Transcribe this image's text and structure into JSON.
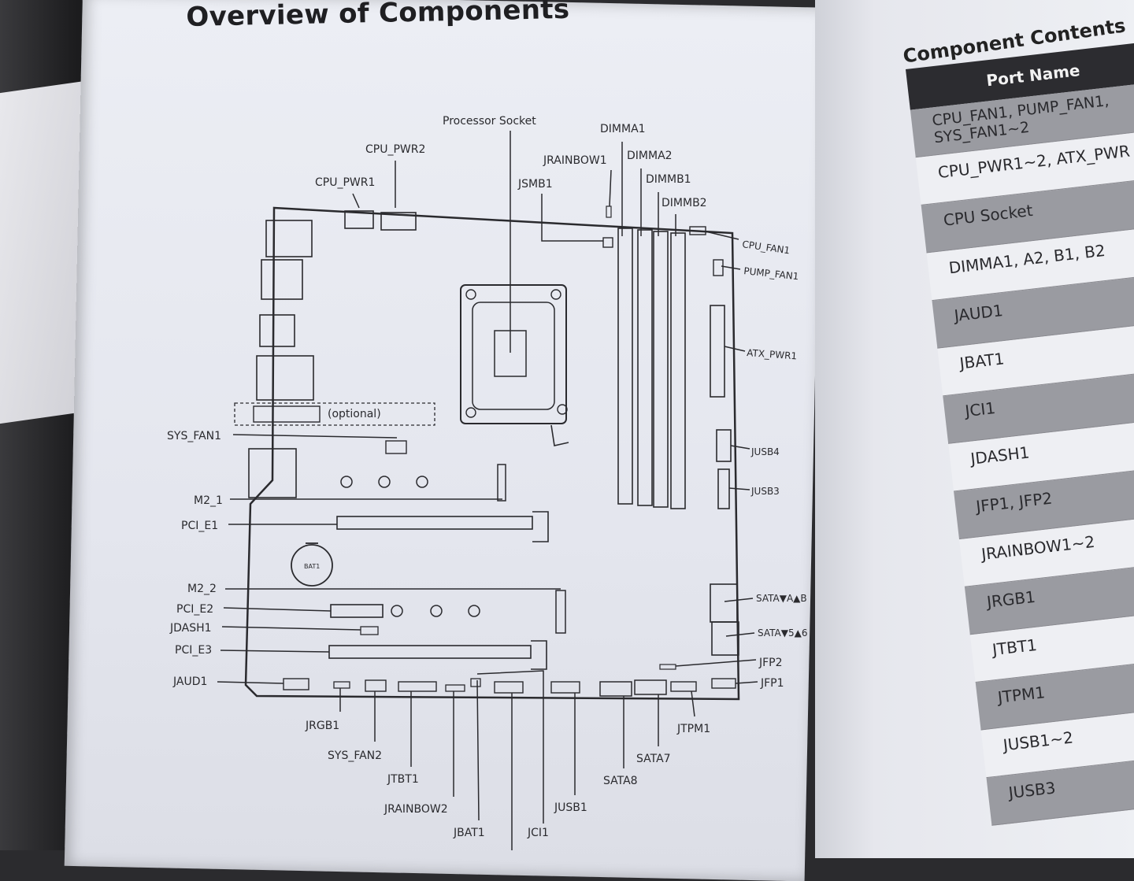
{
  "left_page": {
    "title": "Overview of Components",
    "labels": {
      "processor_socket": "Processor Socket",
      "cpu_pwr2": "CPU_PWR2",
      "cpu_pwr1": "CPU_PWR1",
      "dimma1": "DIMMA1",
      "jrainbow1": "JRAINBOW1",
      "dimma2": "DIMMA2",
      "jsmb1": "JSMB1",
      "dimmb1": "DIMMB1",
      "dimmb2": "DIMMB2",
      "cpu_fan1": "CPU_FAN1",
      "pump_fan1": "PUMP_FAN1",
      "atx_pwr1": "ATX_PWR1",
      "optional": "(optional)",
      "sys_fan1": "SYS_FAN1",
      "jusb4": "JUSB4",
      "jusb3": "JUSB3",
      "m2_1": "M2_1",
      "pci_e1": "PCI_E1",
      "bat1": "BAT1",
      "m2_2": "M2_2",
      "pci_e2": "PCI_E2",
      "jdash1": "JDASH1",
      "pci_e3": "PCI_E3",
      "jaud1": "JAUD1",
      "sata_a_b": "SATA▼A▲B",
      "sata_5_6": "SATA▼5▲6",
      "jfp2": "JFP2",
      "jfp1": "JFP1",
      "jrgb1": "JRGB1",
      "sys_fan2": "SYS_FAN2",
      "jtbt1": "JTBT1",
      "jrainbow2": "JRAINBOW2",
      "jbat1": "JBAT1",
      "jci1": "JCI1",
      "jusb1": "JUSB1",
      "sata8": "SATA8",
      "sata7": "SATA7",
      "jtpm1": "JTPM1"
    }
  },
  "right_page": {
    "title": "Component Contents",
    "table_header": "Port Name",
    "rows": [
      [
        "CPU_FAN1, PUMP_FAN1,",
        "SYS_FAN1~2"
      ],
      [
        "CPU_PWR1~2, ATX_PWR"
      ],
      [
        "CPU Socket"
      ],
      [
        "DIMMA1, A2, B1, B2"
      ],
      [
        "JAUD1"
      ],
      [
        "JBAT1"
      ],
      [
        "JCI1"
      ],
      [
        "JDASH1"
      ],
      [
        "JFP1, JFP2"
      ],
      [
        "JRAINBOW1~2"
      ],
      [
        "JRGB1"
      ],
      [
        "JTBT1"
      ],
      [
        "JTPM1"
      ],
      [
        "JUSB1~2"
      ],
      [
        "JUSB3"
      ]
    ]
  },
  "colors": {
    "ink": "#2a2a2e",
    "header_bg": "#2c2c30",
    "shade_row": "#9a9ba1"
  }
}
